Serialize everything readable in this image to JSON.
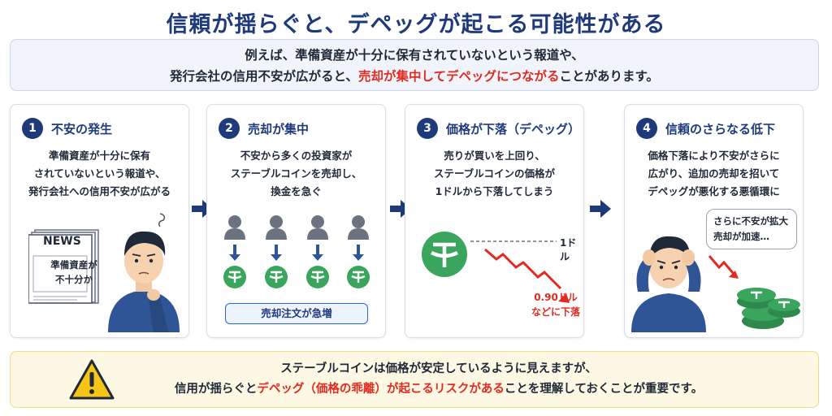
{
  "title": "信頼が揺らぐと、デペッグが起こる可能性がある",
  "intro": {
    "line1": "例えば、準備資産が十分に保有されていないという報道や、",
    "line2_pre": "発行会社の信用不安が広がると、",
    "line2_red": "売却が集中してデペッグにつながる",
    "line2_post": "ことがあります。"
  },
  "steps": [
    {
      "num": "1",
      "title": "不安の発生",
      "desc": [
        "準備資産が十分に保有",
        "されていないという報道や、",
        "発行会社への信用不安が広がる"
      ],
      "news_label": "NEWS",
      "news_text": [
        "準備資産が",
        "不十分か"
      ]
    },
    {
      "num": "2",
      "title": "売却が集中",
      "desc": [
        "不安から多くの投資家が",
        "ステーブルコインを売却し、",
        "換金を急ぐ"
      ],
      "chip": "売却注文が急増"
    },
    {
      "num": "3",
      "title": "価格が下落（デペッグ）",
      "desc": [
        "売りが買いを上回り、",
        "ステーブルコインの価格が",
        "1ドルから下落してしまう"
      ],
      "peg_label": "1ドル",
      "price_label": [
        "0.90ドル",
        "などに下落"
      ]
    },
    {
      "num": "4",
      "title": "信頼のさらなる低下",
      "desc": [
        "価格下落により不安がさらに",
        "広がり、追加の売却を招いて",
        "デペッグが悪化する悪循環に"
      ],
      "bubble": [
        "さらに不安が拡大",
        "売却が加速…"
      ]
    }
  ],
  "warning": {
    "line1": "ステーブルコインは価格が安定しているように見えますが、",
    "line2_pre": "信用が揺らぐと",
    "line2_red": "デペッグ（価格の乖離）が起こるリスクがある",
    "line2_post": "ことを理解しておくことが重要です。"
  },
  "colors": {
    "navy": "#1e3a7b",
    "red": "#e02b20",
    "coin_green": "#3aa55c",
    "warn_bg": "#fdf8e4"
  }
}
